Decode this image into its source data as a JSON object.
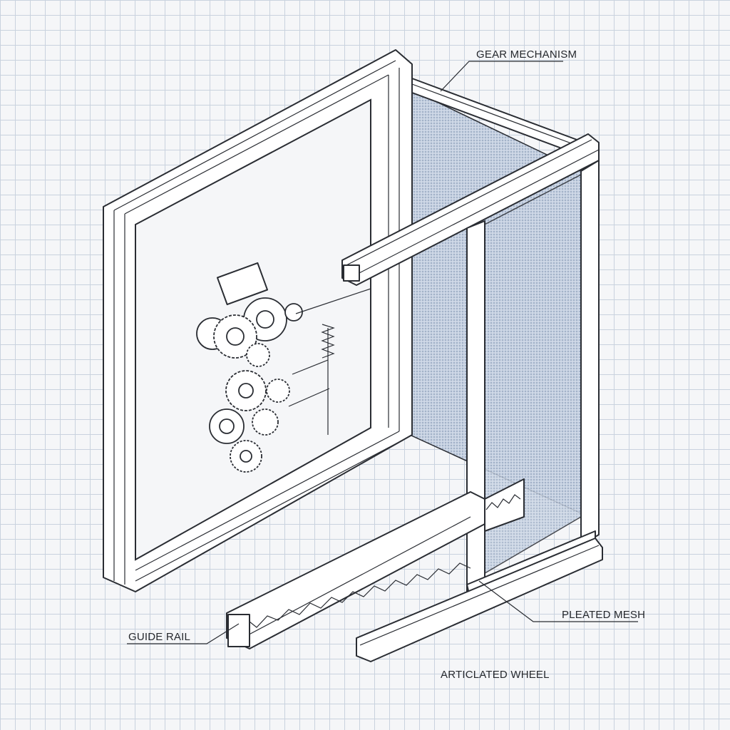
{
  "labels": {
    "gear_mechanism": "GEAR MECHANISM",
    "pleated_mesh": "PLEATED MESH",
    "guide_rail": "GUIDE RAIL",
    "articulated_wheel": "ARTICLATED WHEEL"
  },
  "colors": {
    "grid": "#c9d2de",
    "ink": "#2a2d33",
    "mesh_tint": "#9fb0c8"
  }
}
